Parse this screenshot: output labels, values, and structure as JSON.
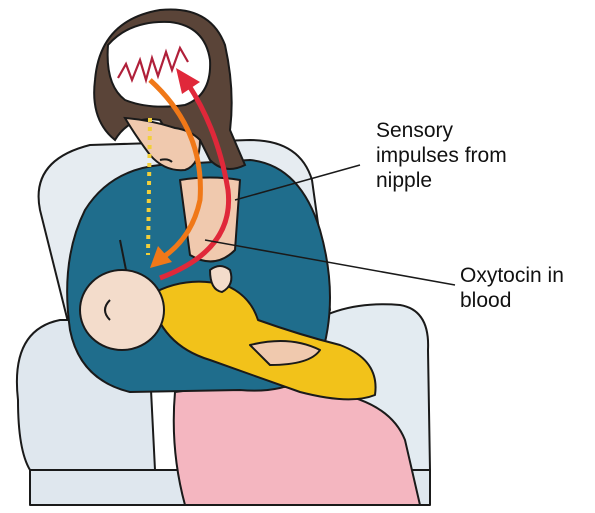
{
  "labels": {
    "sensory": [
      "Sensory",
      "impulses from",
      "nipple"
    ],
    "oxytocin": [
      "Oxytocin in",
      "blood"
    ]
  },
  "colors": {
    "sensory_arrow": "#e0283a",
    "oxytocin_arrow": "#f07818",
    "pituitary_dots": "#f2cf3a",
    "brain_signal": "#b0203a",
    "chair": "#e6ecf1",
    "cardigan": "#1f6d8c",
    "skin": "#f0c9ae",
    "baby_outfit": "#f2c21a",
    "blanket": "#f4b6c0",
    "hair": "#5a4438"
  }
}
